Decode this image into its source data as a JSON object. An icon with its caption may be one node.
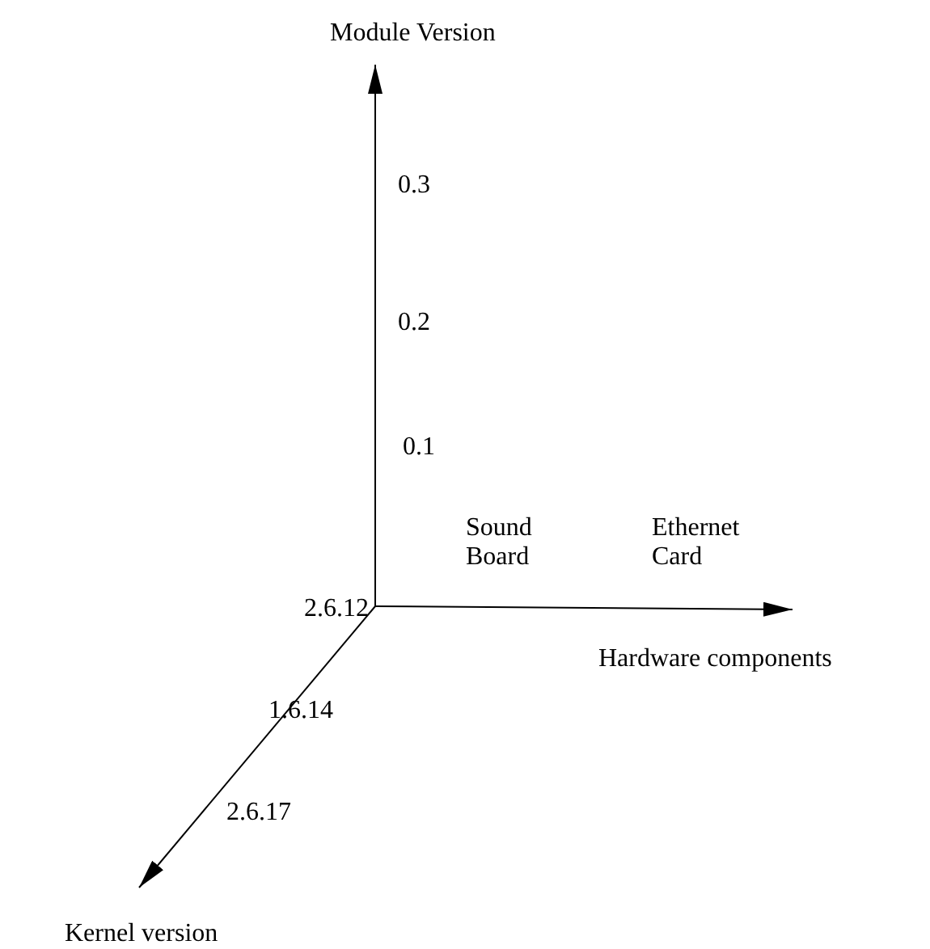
{
  "diagram": {
    "labels": [
      "Module Version",
      "0.3",
      "0.2",
      "0.1",
      "Sound Board",
      "Ethernet Card",
      "2.6.12",
      "Hardware components",
      "1.6.14",
      "2.6.17",
      "Kernel version"
    ]
  }
}
